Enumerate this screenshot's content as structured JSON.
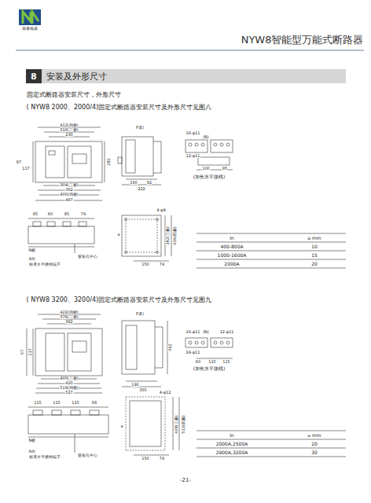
{
  "diagram": {
    "nodes": [
      {
        "text": [
          "8",
          "安装及外形尺寸"
        ]
      }
    ],
    "labels": [
      "南泰电器",
      "NYW8智能型万能式断路器",
      "固定式断路器安装尺寸，外形尺寸",
      "( NYW8 2000、2000/4)固定式断路器安装尺寸及外形尺寸见图八",
      "412(四极)",
      "316(三极)",
      "230",
      "87",
      "117",
      "304(三极)",
      "362",
      "400(四极)",
      "487",
      "280",
      "F(E)",
      "160",
      "92",
      "222",
      "16-φ11",
      "(N)",
      "12-φ11",
      "100",
      "95",
      "(加长水平接线)",
      "85",
      "60",
      "85",
      "74",
      "N极",
      "A向",
      "标准水平接线端子",
      "安装孔中心",
      "4-φ9",
      "a",
      "382(三极)",
      "436(四极)",
      "150",
      "74",
      "In",
      "a mm",
      "400-800A",
      "10",
      "1000-1600A",
      "15",
      "2000A",
      "20",
      "( NYW8 3200、3200/4)固定式断路器安装尺寸及外形尺寸见图九",
      "422(四极)",
      "376(三极)",
      "382",
      "57",
      "117",
      "400(三极)",
      "420",
      "519(四极)",
      "527",
      "F(E)",
      "462",
      "190",
      "355",
      "16-φ11",
      "(N)",
      "12-φ11",
      "24-φ11",
      "60",
      "115",
      "115",
      "(加长水平接线)",
      "115",
      "115",
      "115",
      "68",
      "N极",
      "安装孔中心",
      "A向",
      "标准水平接线端子",
      "4-φ12",
      "a",
      "408(三极)",
      "513(四极)",
      "150",
      "74",
      "In",
      "a mm",
      "2000A,2500A",
      "20",
      "2900A,3200A",
      "30",
      "-21-"
    ]
  }
}
